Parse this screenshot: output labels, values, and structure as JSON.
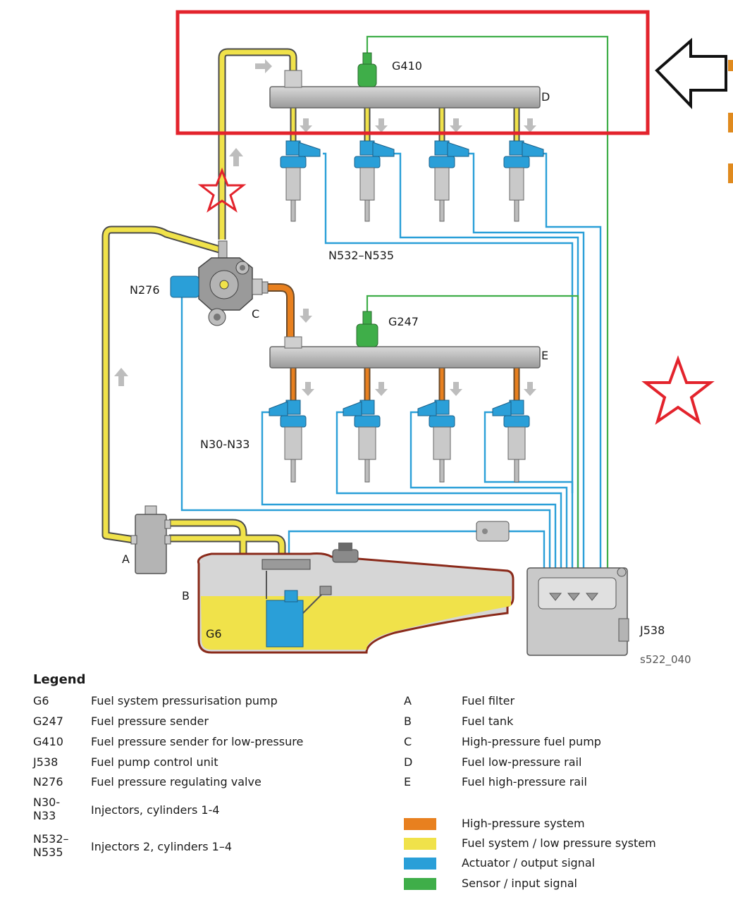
{
  "diagram": {
    "labels": {
      "g410": "G410",
      "d": "D",
      "n532": "N532–N535",
      "n276": "N276",
      "c": "C",
      "g247": "G247",
      "e": "E",
      "n30": "N30-N33",
      "a": "A",
      "b": "B",
      "g6": "G6",
      "j538": "J538",
      "ref": "s522_040"
    },
    "colors": {
      "high_pressure": "#e8801f",
      "low_pressure": "#f0e24a",
      "actuator": "#2a9fd8",
      "sensor": "#3fae49",
      "highlight": "#e3232c"
    }
  },
  "legend": {
    "title": "Legend",
    "left_items": [
      {
        "code": "G6",
        "desc": "Fuel system pressurisation pump"
      },
      {
        "code": "G247",
        "desc": "Fuel pressure sender"
      },
      {
        "code": "G410",
        "desc": "Fuel pressure sender for low-pressure"
      },
      {
        "code": "J538",
        "desc": "Fuel pump control unit"
      },
      {
        "code": "N276",
        "desc": "Fuel pressure regulating valve"
      },
      {
        "code": "N30-\nN33",
        "desc": "Injectors, cylinders 1-4"
      },
      {
        "code": "N532–\nN535",
        "desc": "Injectors 2, cylinders 1–4"
      }
    ],
    "right_items": [
      {
        "code": "A",
        "desc": "Fuel filter"
      },
      {
        "code": "B",
        "desc": "Fuel tank"
      },
      {
        "code": "C",
        "desc": "High-pressure fuel pump"
      },
      {
        "code": "D",
        "desc": "Fuel low-pressure rail"
      },
      {
        "code": "E",
        "desc": "Fuel high-pressure rail"
      }
    ],
    "color_key": [
      {
        "color": "#e8801f",
        "desc": "High-pressure system"
      },
      {
        "color": "#f0e24a",
        "desc": "Fuel system / low pressure system"
      },
      {
        "color": "#2a9fd8",
        "desc": "Actuator / output signal"
      },
      {
        "color": "#3fae49",
        "desc": "Sensor / input signal"
      }
    ]
  }
}
